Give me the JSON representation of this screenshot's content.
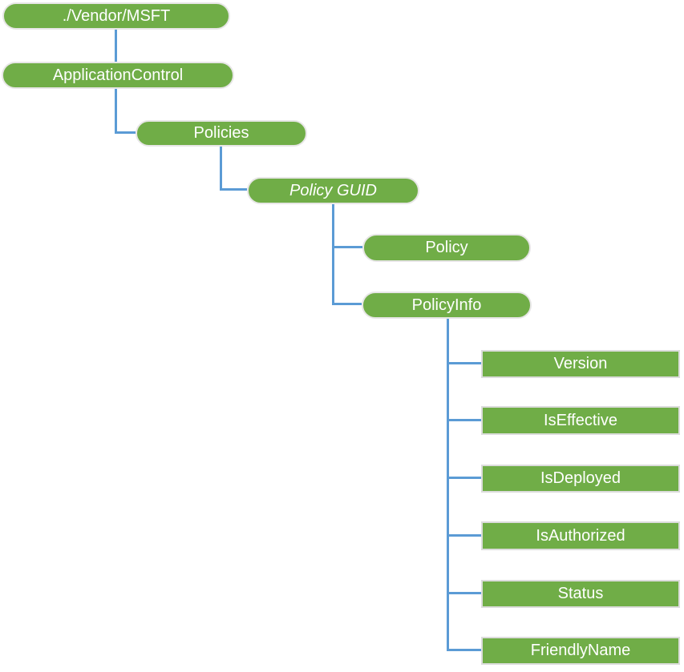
{
  "tree": {
    "nodes": [
      {
        "label": "./Vendor/MSFT",
        "shape": "pill",
        "placeholder": false
      },
      {
        "label": "ApplicationControl",
        "shape": "pill",
        "placeholder": false
      },
      {
        "label": "Policies",
        "shape": "pill",
        "placeholder": false
      },
      {
        "label": "Policy GUID",
        "shape": "pill",
        "placeholder": true
      },
      {
        "label": "Policy",
        "shape": "pill",
        "placeholder": false
      },
      {
        "label": "PolicyInfo",
        "shape": "pill",
        "placeholder": false
      },
      {
        "label": "Version",
        "shape": "rect",
        "placeholder": false
      },
      {
        "label": "IsEffective",
        "shape": "rect",
        "placeholder": false
      },
      {
        "label": "IsDeployed",
        "shape": "rect",
        "placeholder": false
      },
      {
        "label": "IsAuthorized",
        "shape": "rect",
        "placeholder": false
      },
      {
        "label": "Status",
        "shape": "rect",
        "placeholder": false
      },
      {
        "label": "FriendlyName",
        "shape": "rect",
        "placeholder": false
      }
    ],
    "edges": [
      {
        "from": "./Vendor/MSFT",
        "to": "ApplicationControl"
      },
      {
        "from": "ApplicationControl",
        "to": "Policies"
      },
      {
        "from": "Policies",
        "to": "Policy GUID"
      },
      {
        "from": "Policy GUID",
        "to": "Policy"
      },
      {
        "from": "Policy GUID",
        "to": "PolicyInfo"
      },
      {
        "from": "PolicyInfo",
        "to": "Version"
      },
      {
        "from": "PolicyInfo",
        "to": "IsEffective"
      },
      {
        "from": "PolicyInfo",
        "to": "IsDeployed"
      },
      {
        "from": "PolicyInfo",
        "to": "IsAuthorized"
      },
      {
        "from": "PolicyInfo",
        "to": "Status"
      },
      {
        "from": "PolicyInfo",
        "to": "FriendlyName"
      }
    ],
    "colors": {
      "node_fill": "#70AD47",
      "connector": "#5B9BD5",
      "text": "#FFFFFF",
      "pill_border": "#E7E6E6",
      "rect_border": "#DCDCDC"
    }
  }
}
